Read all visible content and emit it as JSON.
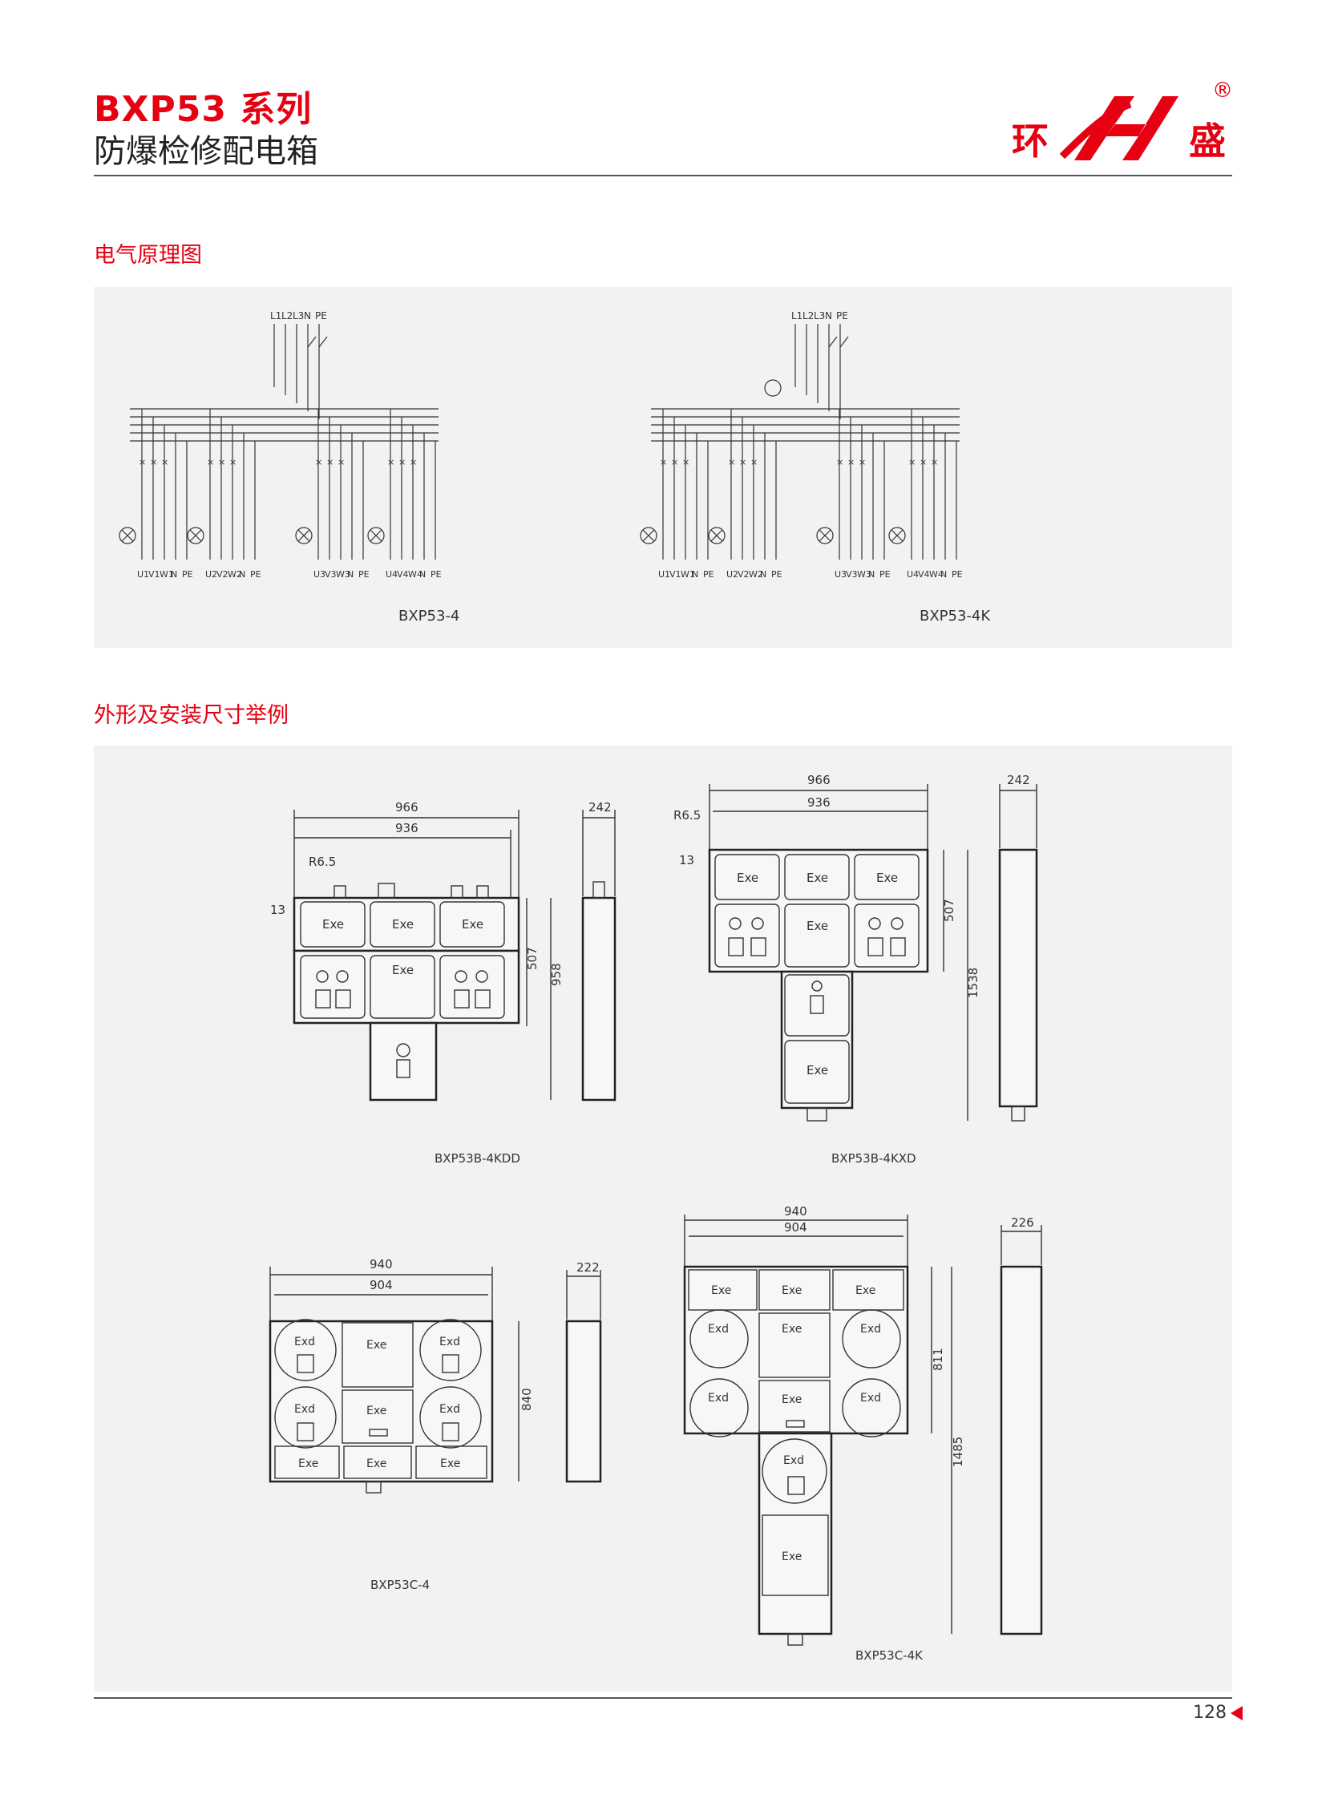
{
  "header": {
    "series_title": "BXP53 系列",
    "product_name": "防爆检修配电箱"
  },
  "brand": {
    "left_char": "环",
    "right_char": "盛",
    "registered_mark": "®",
    "color": "#e60012"
  },
  "sections": {
    "wiring_title": "电气原理图",
    "dimensions_title": "外形及安装尺寸举例"
  },
  "wiring": {
    "inputs": [
      "L1",
      "L2",
      "L3",
      "N",
      "PE"
    ],
    "diagram_left_label": "BXP53-4",
    "diagram_right_label": "BXP53-4K",
    "groups": [
      [
        "U1",
        "V1",
        "W1",
        "N",
        "PE"
      ],
      [
        "U2",
        "V2",
        "W2",
        "N",
        "PE"
      ],
      [
        "U3",
        "V3",
        "W3",
        "N",
        "PE"
      ],
      [
        "U4",
        "V4",
        "W4",
        "N",
        "PE"
      ]
    ]
  },
  "drawings": {
    "kdd": {
      "label": "BXP53B-4KDD",
      "width_outer": "966",
      "width_inner": "936",
      "depth": "242",
      "radius": "R6.5",
      "offset": "13",
      "height_box": "507",
      "height_total": "958",
      "module_label": "Exe"
    },
    "kxd": {
      "label": "BXP53B-4KXD",
      "width_outer": "966",
      "width_inner": "936",
      "depth": "242",
      "radius": "R6.5",
      "offset": "13",
      "height_box": "507",
      "height_total": "1538",
      "module_label": "Exe"
    },
    "c4": {
      "label": "BXP53C-4",
      "width_outer": "940",
      "width_inner": "904",
      "depth": "222",
      "height_total": "840",
      "exe_label": "Exe",
      "exd_label": "Exd"
    },
    "c4k": {
      "label": "BXP53C-4K",
      "width_outer": "940",
      "width_inner": "904",
      "depth": "226",
      "height_box": "811",
      "height_total": "1485",
      "exe_label": "Exe",
      "exd_label": "Exd"
    }
  },
  "footer": {
    "page_number": "128"
  }
}
